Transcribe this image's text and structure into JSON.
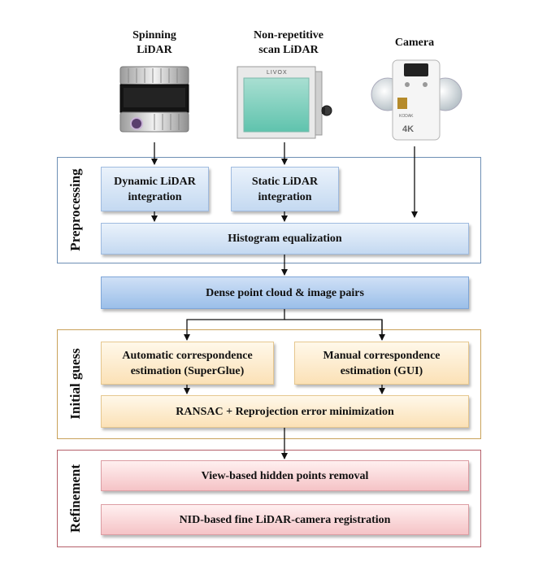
{
  "devices": {
    "spinning": "Spinning\nLiDAR",
    "nonrep": "Non-repetitive\nscan LiDAR",
    "camera": "Camera",
    "livox_logo": "LIVOX",
    "camera_brand": "KODAK",
    "camera_badge": "4K"
  },
  "groups": {
    "preprocessing": "Preprocessing",
    "initial_guess": "Initial guess",
    "refinement": "Refinement"
  },
  "boxes": {
    "dynamic": "Dynamic LiDAR\nintegration",
    "static": "Static LiDAR\nintegration",
    "histogram": "Histogram equalization",
    "dense": "Dense point cloud & image pairs",
    "automatic": "Automatic correspondence\nestimation (SuperGlue)",
    "manual": "Manual correspondence\nestimation (GUI)",
    "ransac": "RANSAC + Reprojection error minimization",
    "view_based": "View-based hidden points removal",
    "nid": "NID-based fine LiDAR-camera registration"
  },
  "colors": {
    "preprocessing_border": "#6e8fb5",
    "initial_guess_border": "#c9a25a",
    "refinement_border": "#b5606a"
  }
}
